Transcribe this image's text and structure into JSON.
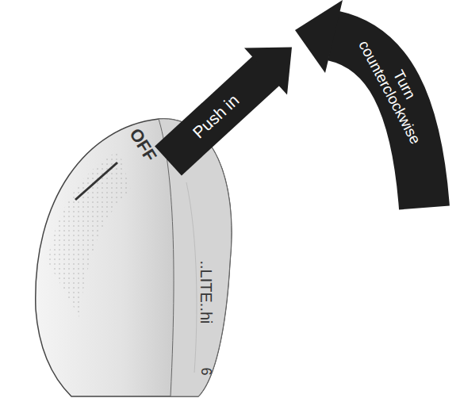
{
  "diagram": {
    "nodes": [
      {
        "text": [
          "Push in"
        ]
      },
      {
        "text": [
          "Turn counterclockwise"
        ]
      }
    ],
    "labels": [
      "OFF",
      "..LITE..hi",
      "6"
    ]
  }
}
